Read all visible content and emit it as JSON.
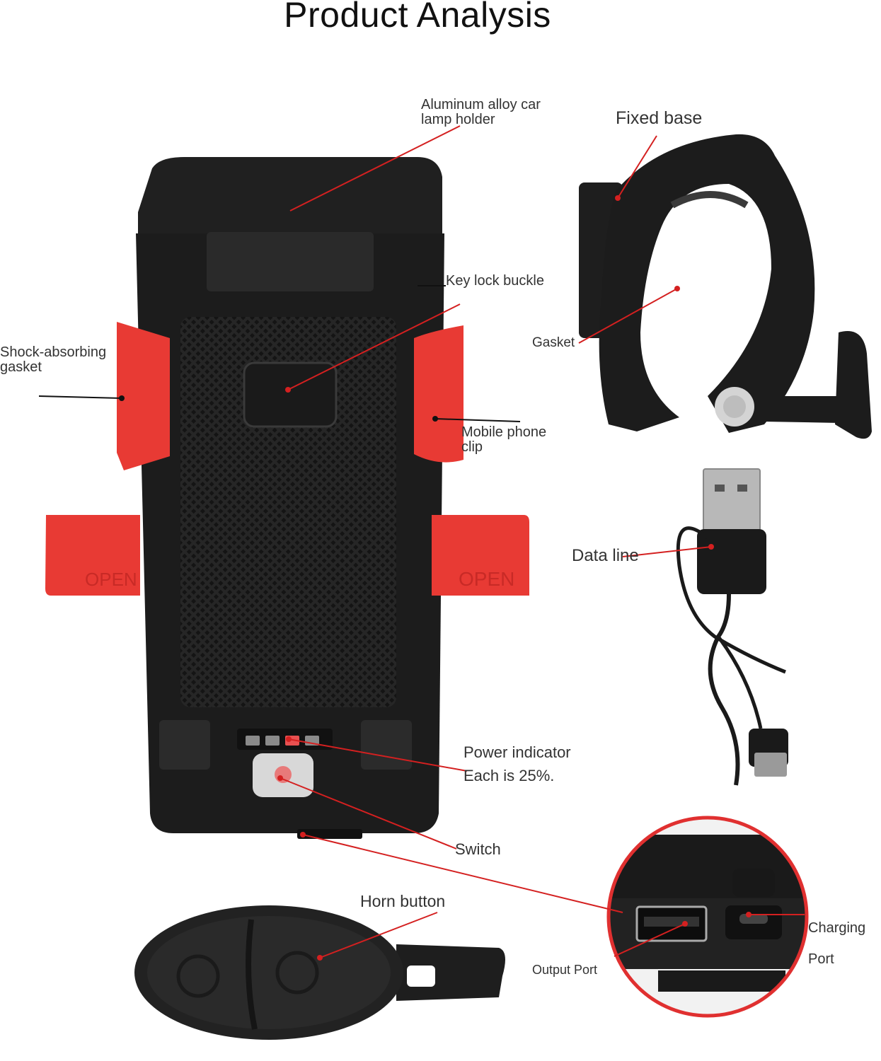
{
  "title": "Product Analysis",
  "labels": {
    "aluminum_line1": "Aluminum alloy car",
    "aluminum_line2": "lamp holder",
    "fixed_base": "Fixed base",
    "key_lock": "Key lock buckle",
    "shock_line1": "Shock-absorbing",
    "shock_line2": "gasket",
    "gasket": "Gasket",
    "clip_line1": "Mobile phone",
    "clip_line2": "clip",
    "data_line": "Data line",
    "power_indicator": "Power indicator",
    "each_25": "Each is 25%.",
    "switch": "Switch",
    "horn_button": "Horn button",
    "output_port": "Output Port",
    "charging": "Charging",
    "port": "Port",
    "open_left": "OPEN",
    "open_right": "OPEN"
  },
  "colors": {
    "accent_red": "#e8413a",
    "leader_red": "#d42020",
    "body_black": "#1b1b1b",
    "clip_red": "#e83a34"
  }
}
